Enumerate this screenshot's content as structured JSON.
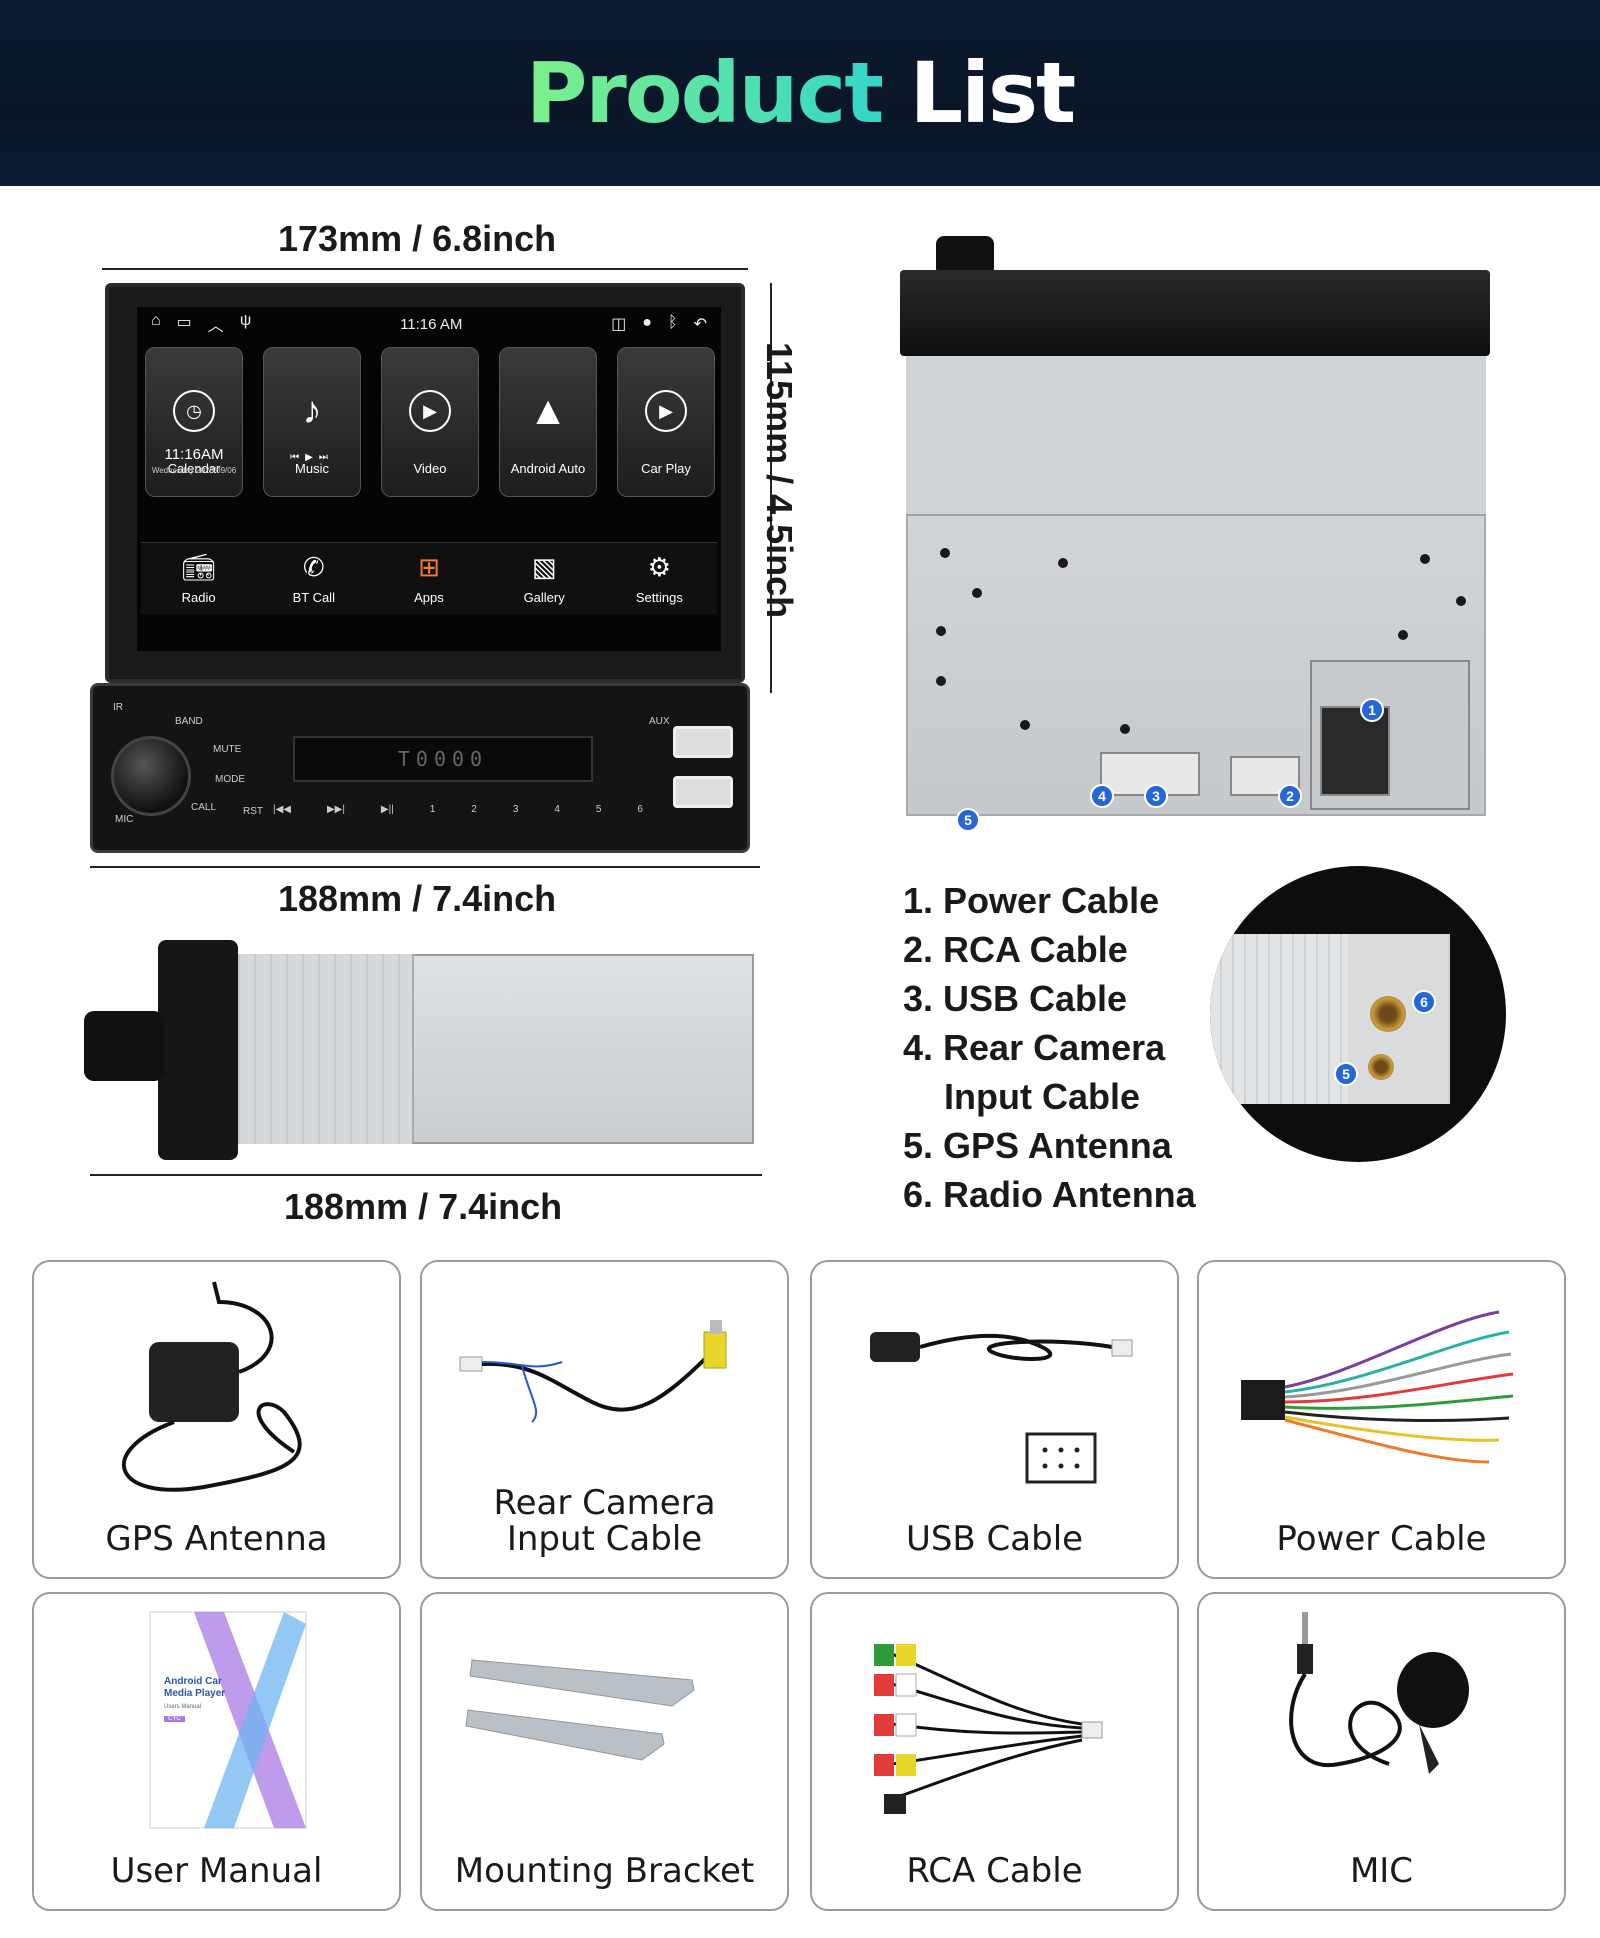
{
  "header": {
    "title_accent": "Product",
    "title_rest": "List"
  },
  "dimensions": {
    "front_width": "173mm / 6.8inch",
    "front_height": "115mm / 4.5inch",
    "body_width": "188mm / 7.4inch",
    "side_length": "188mm / 7.4inch"
  },
  "screen": {
    "time": "11:16 AM",
    "tiles": [
      {
        "label": "Calendar",
        "clock": "11:16AM",
        "date": "Wednesday 2023/09/06"
      },
      {
        "label": "Music"
      },
      {
        "label": "Video"
      },
      {
        "label": "Android Auto"
      },
      {
        "label": "Car Play"
      }
    ],
    "dock": [
      {
        "label": "Radio"
      },
      {
        "label": "BT Call"
      },
      {
        "label": "Apps"
      },
      {
        "label": "Gallery"
      },
      {
        "label": "Settings"
      }
    ]
  },
  "faceplate": {
    "lcd": "T0000",
    "buttons": {
      "ir": "IR",
      "band": "BAND",
      "mute": "MUTE",
      "mode": "MODE",
      "call": "CALL",
      "mic": "MIC",
      "rst": "RST",
      "aux": "AUX"
    },
    "presets": [
      "|◀◀",
      "▶▶|",
      "▶||",
      "1",
      "2",
      "3",
      "4",
      "5",
      "6"
    ]
  },
  "connector_badges": [
    "1",
    "2",
    "3",
    "4",
    "5"
  ],
  "parts_list": [
    "1. Power Cable",
    "2. RCA Cable",
    "3. USB Cable",
    "4. Rear Camera",
    "Input Cable",
    "5. GPS Antenna",
    "6. Radio Antenna"
  ],
  "zoom_badges": [
    "6",
    "5"
  ],
  "accessories": [
    {
      "label": "GPS Antenna"
    },
    {
      "label": "Rear Camera",
      "label2": "Input Cable"
    },
    {
      "label": "USB Cable"
    },
    {
      "label": "Power Cable"
    },
    {
      "label": "User Manual",
      "manual_title": "Android Car Media Player",
      "manual_sub": "Users Manual",
      "manual_brand": "CYC"
    },
    {
      "label": "Mounting Bracket"
    },
    {
      "label": "RCA Cable"
    },
    {
      "label": "MIC"
    }
  ]
}
